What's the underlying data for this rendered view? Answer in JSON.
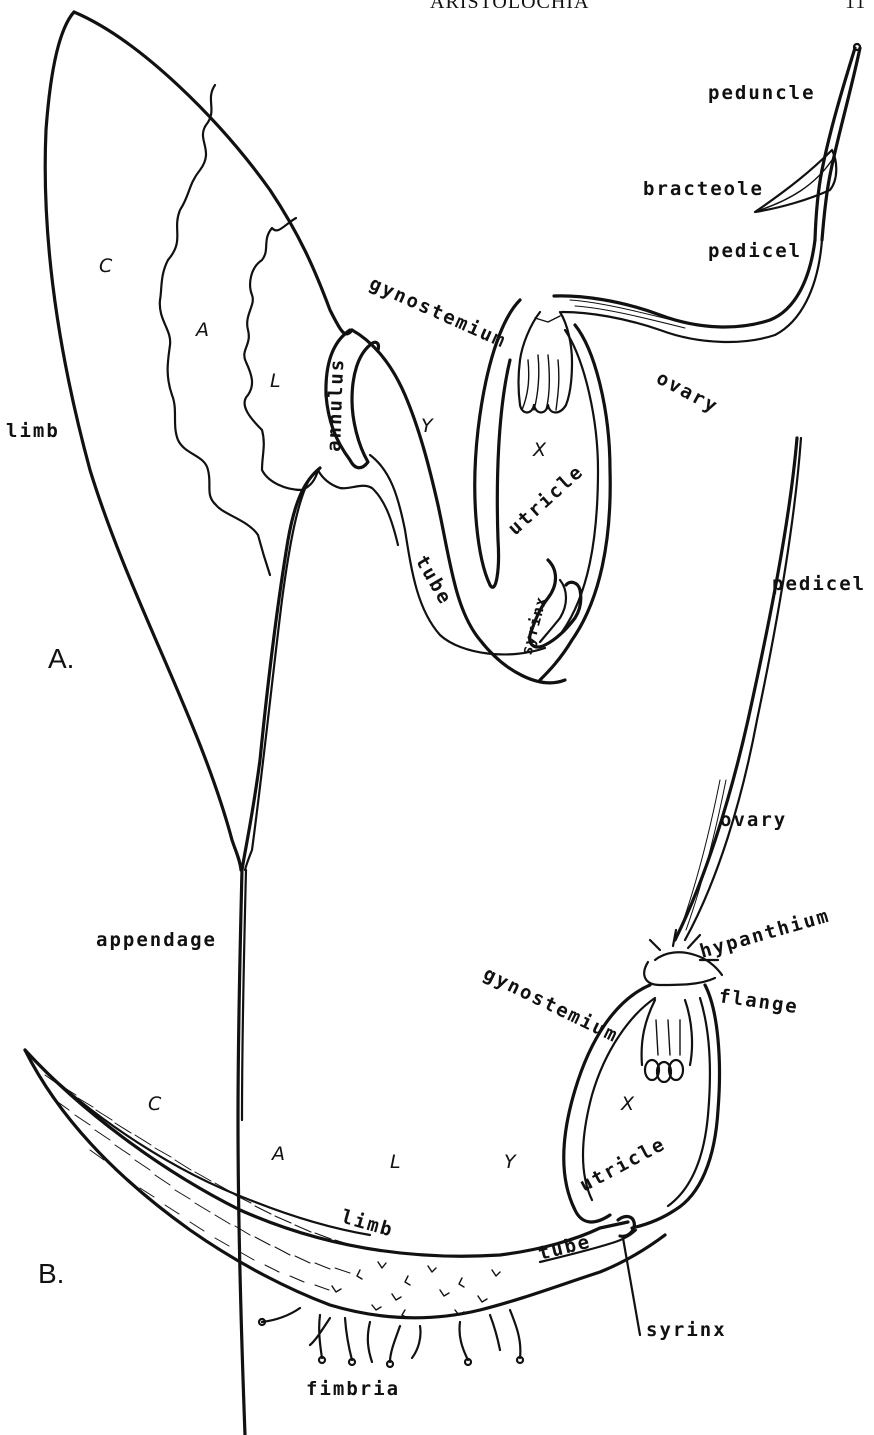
{
  "header": {
    "text": "ARISTOLOCHIA",
    "page_number": "11"
  },
  "figure_a": {
    "part_label": "A.",
    "labels": {
      "peduncle": "peduncle",
      "bracteole": "bracteole",
      "pedicel": "pedicel",
      "gynostemium": "gynostemium",
      "ovary": "ovary",
      "limb": "limb",
      "annulus": "annulus",
      "utricle": "utricle",
      "tube": "tube",
      "syrinx": "syrinx",
      "appendage": "appendage"
    },
    "zone_letters": {
      "c": "C",
      "a": "A",
      "l": "L",
      "y": "Y",
      "x": "X"
    }
  },
  "figure_b": {
    "part_label": "B.",
    "labels": {
      "pedicel": "pedicel",
      "ovary": "ovary",
      "hypanthium": "hypanthium",
      "gynostemium": "gynostemium",
      "flange": "flange",
      "utricle": "utricle",
      "limb": "limb",
      "tube": "tube",
      "syrinx": "syrinx",
      "fimbria": "fimbria"
    },
    "zone_letters": {
      "c": "C",
      "a": "A",
      "l": "L",
      "y": "Y",
      "x": "X"
    }
  }
}
